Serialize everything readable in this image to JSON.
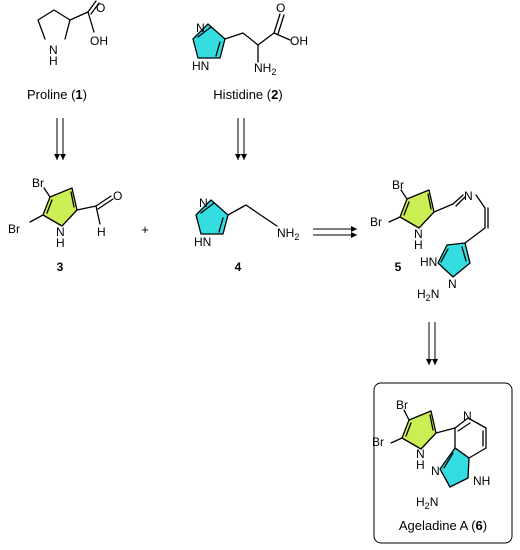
{
  "colors": {
    "pyrrole_fill": "#ccee55",
    "imidazole_fill": "#33dde0",
    "bond": "#000000"
  },
  "compounds": {
    "proline": {
      "name": "Proline",
      "number": "1",
      "atoms": {
        "n": "N",
        "h": "H",
        "o": "O",
        "oh": "OH"
      }
    },
    "histidine": {
      "name": "Histidine",
      "number": "2",
      "atoms": {
        "n": "N",
        "hn": "HN",
        "nh": "NH",
        "nh2_n": "NH",
        "nh2_sub": "2",
        "o": "O",
        "oh": "OH"
      }
    },
    "c3": {
      "number": "3",
      "atoms": {
        "br1": "Br",
        "br2": "Br",
        "n": "N",
        "h": "H",
        "o": "O",
        "ch": "H"
      }
    },
    "c4": {
      "number": "4",
      "atoms": {
        "n": "N",
        "hn": "HN",
        "nh2_n": "NH",
        "nh2_sub": "2"
      }
    },
    "c5": {
      "number": "5",
      "atoms": {
        "br1": "Br",
        "br2": "Br",
        "n": "N",
        "h": "H",
        "imine_n": "N",
        "hn": "HN",
        "n_ring": "N",
        "h2n_h": "H",
        "h2n_sub": "2",
        "h2n_n": "N"
      }
    },
    "ageladine": {
      "name": "Ageladine A",
      "number": "6",
      "atoms": {
        "br1": "Br",
        "br2": "Br",
        "n": "N",
        "h": "H",
        "pyr_n": "N",
        "n_im": "N",
        "nh": "NH",
        "h2n_h": "H",
        "h2n_sub": "2",
        "h2n_n": "N"
      }
    }
  },
  "plus": "+"
}
